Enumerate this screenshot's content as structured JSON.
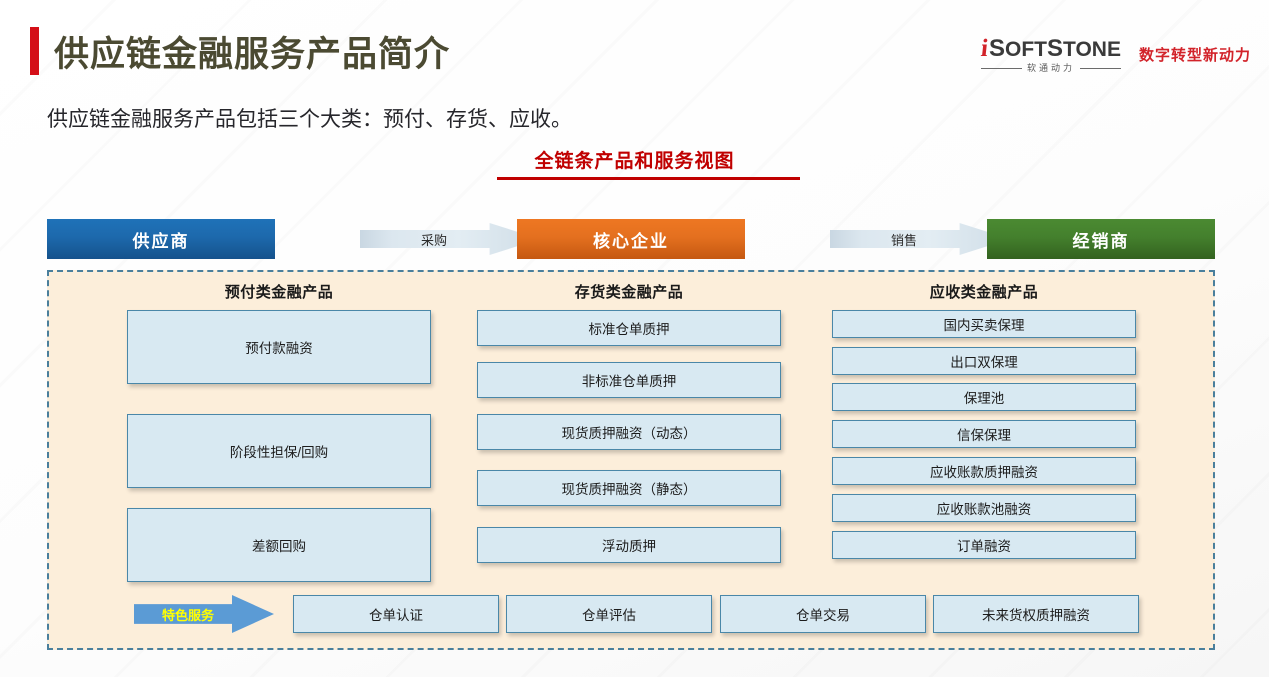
{
  "page": {
    "title": "供应链金融服务产品简介",
    "subtitle": "供应链金融服务产品包括三个大类：预付、存货、应收。",
    "accent_color": "#d40f18"
  },
  "logo": {
    "mark": "i",
    "wordmark_parts": [
      "S",
      "OFT",
      "S",
      "TONE"
    ],
    "wordmark": "iSOFTSTONE",
    "cn_name": "软通动力",
    "tagline": "数字转型新动力",
    "brand_color": "#d2232a"
  },
  "section": {
    "title": "全链条产品和服务视图",
    "title_color": "#c00000"
  },
  "chain": {
    "nodes": [
      {
        "label": "供应商",
        "color": "#1d69ac"
      },
      {
        "label": "核心企业",
        "color": "#e4701f"
      },
      {
        "label": "经销商",
        "color": "#44802d"
      }
    ],
    "arrows": [
      {
        "label": "采购"
      },
      {
        "label": "销售"
      }
    ]
  },
  "panel": {
    "background": "#fceeda",
    "border_color": "#4a7f9c",
    "columns": [
      {
        "header": "预付类金融产品",
        "items": [
          "预付款融资",
          "阶段性担保/回购",
          "差额回购"
        ]
      },
      {
        "header": "存货类金融产品",
        "items": [
          "标准仓单质押",
          "非标准仓单质押",
          "现货质押融资（动态）",
          "现货质押融资（静态）",
          "浮动质押"
        ]
      },
      {
        "header": "应收类金融产品",
        "items": [
          "国内买卖保理",
          "出口双保理",
          "保理池",
          "信保保理",
          "应收账款质押融资",
          "应收账款池融资",
          "订单融资"
        ]
      }
    ],
    "special": {
      "arrow_label": "特色服务",
      "arrow_color": "#5b9bd5",
      "arrow_text_color": "#ffff00",
      "items": [
        "仓单认证",
        "仓单评估",
        "仓单交易",
        "未来货权质押融资"
      ]
    }
  }
}
